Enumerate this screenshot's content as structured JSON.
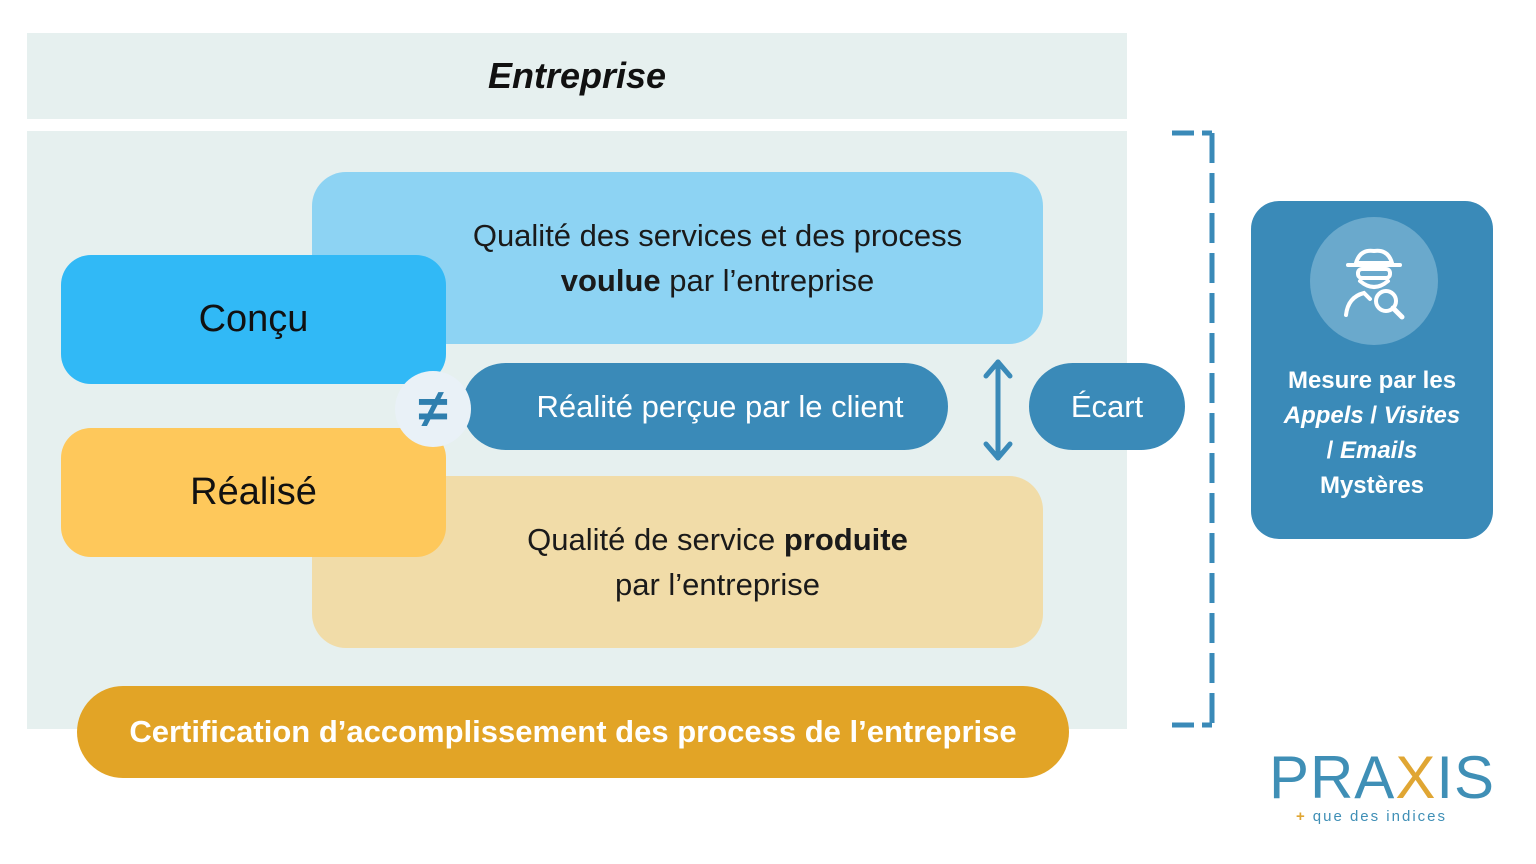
{
  "header": {
    "title": "Entreprise"
  },
  "voulue": {
    "line1": "Qualité des services et des process",
    "bold": "voulue",
    "rest": " par l’entreprise"
  },
  "concu": {
    "label": "Conçu"
  },
  "realise": {
    "label": "Réalisé"
  },
  "realite": {
    "label": "Réalité perçue par le client"
  },
  "neq": {
    "symbol": "≠"
  },
  "ecart": {
    "label": "Écart"
  },
  "produite": {
    "pre": "Qualité de service ",
    "bold": "produite",
    "line2": "par l’entreprise"
  },
  "certification": {
    "label": "Certification d’accomplissement des process de l’entreprise"
  },
  "mesure": {
    "line1": "Mesure par les",
    "appels": "Appels",
    "sep1": " / ",
    "visites": "Visites",
    "sep2": "/ ",
    "emails": "Emails",
    "mysteres": "Mystères",
    "icon": "spy-search-icon"
  },
  "logo": {
    "pra": "PRA",
    "x": "X",
    "is": "IS",
    "plus": "+",
    "tagline": "que des indices"
  },
  "colors": {
    "concu": "#31b9f6",
    "voulue": "#8dd3f3",
    "realise": "#fec85b",
    "produite": "#f1dca8",
    "blue_dark": "#3a8ab8",
    "certification": "#e2a426",
    "panel": "#e6f0ef"
  }
}
